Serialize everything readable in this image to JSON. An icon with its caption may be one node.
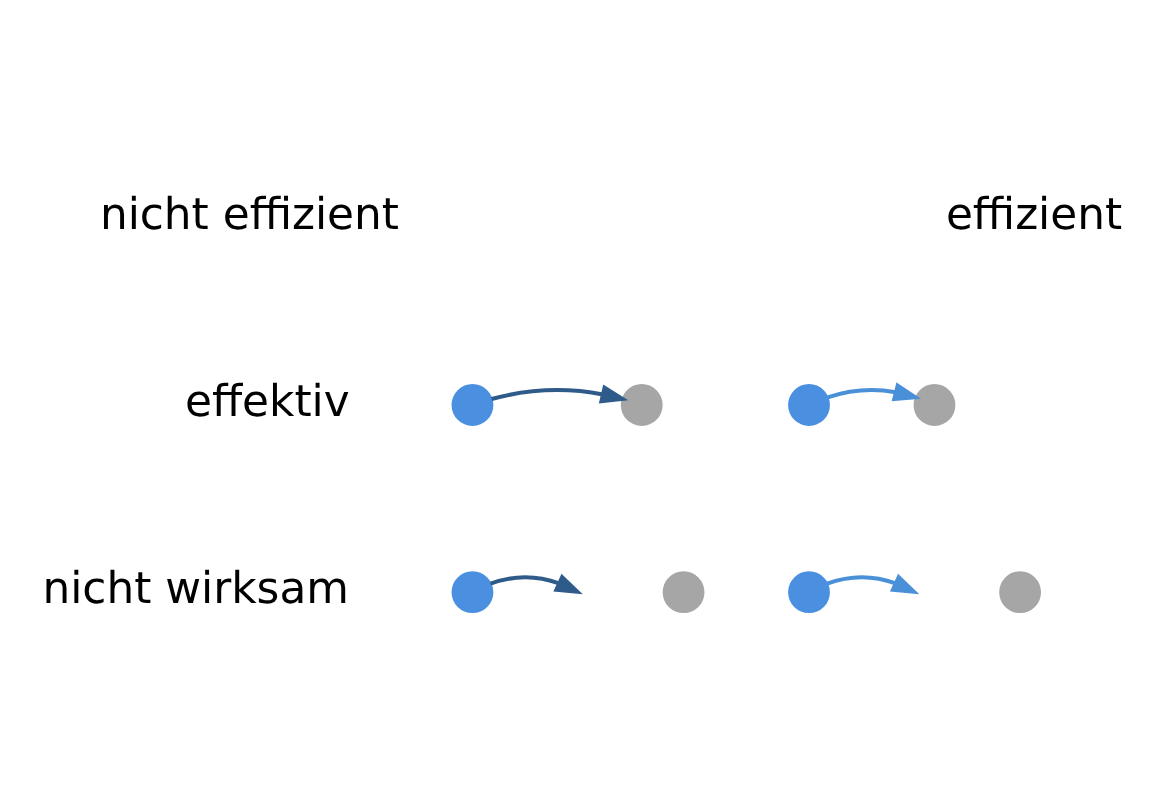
{
  "diagram": {
    "nodes": [
      {
        "text": [],
        "shape": "circle"
      },
      {
        "text": [],
        "shape": "circle"
      },
      {
        "text": [],
        "shape": "circle"
      },
      {
        "text": [],
        "shape": "circle"
      },
      {
        "text": [],
        "shape": "circle"
      },
      {
        "text": [],
        "shape": "circle"
      },
      {
        "text": [],
        "shape": "circle"
      },
      {
        "text": [],
        "shape": "circle"
      }
    ],
    "edges": [
      {
        "from": 0,
        "to": 1,
        "arrow": "to",
        "color": "#2e5b8a"
      },
      {
        "from": 2,
        "to": 3,
        "arrow": "to",
        "color": "#4a90d9"
      },
      {
        "from": 4,
        "to": null,
        "arrow": "to",
        "color": "#2e5b8a"
      },
      {
        "from": 6,
        "to": null,
        "arrow": "to",
        "color": "#4a90d9"
      }
    ],
    "labels": [
      "nicht effizient",
      "effizient",
      "effektiv",
      "nicht wirksam"
    ]
  }
}
